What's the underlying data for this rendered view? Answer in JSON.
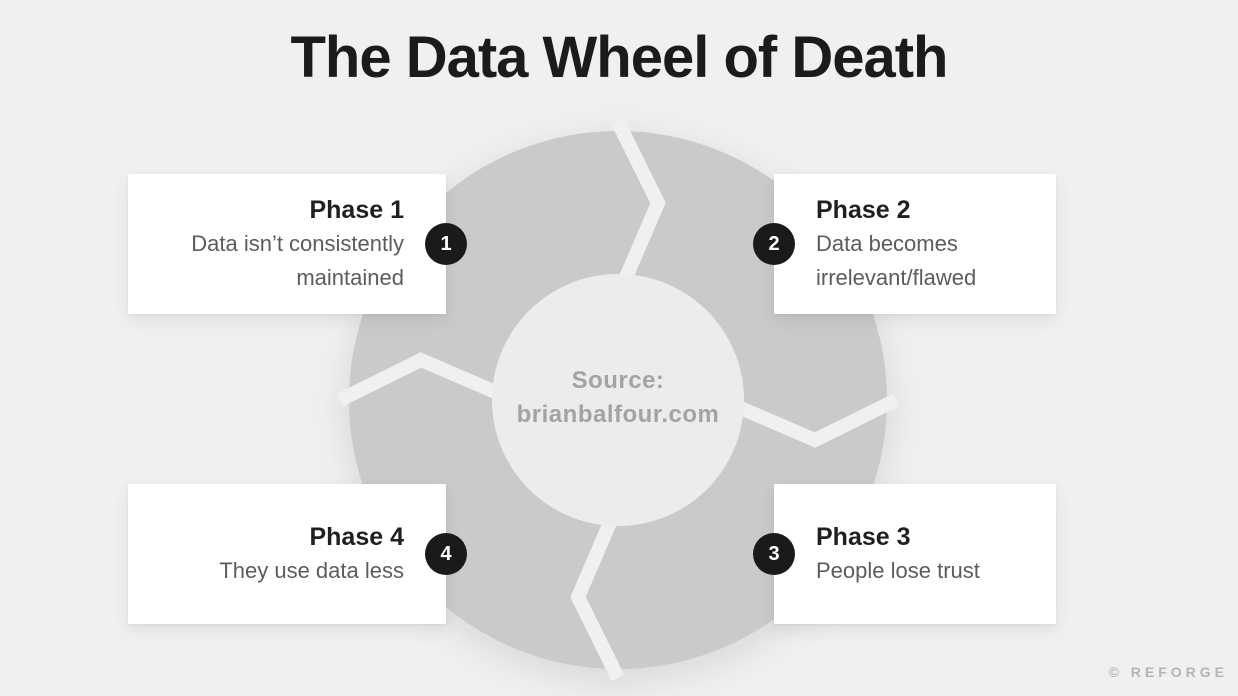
{
  "title": "The Data Wheel of Death",
  "wheel": {
    "source_label": {
      "line1": "Source:",
      "line2": "brianbalfour.com"
    },
    "direction": "clockwise",
    "colors": {
      "background": "#f0f0f0",
      "ring": "#cacaca",
      "hub": "#ececec",
      "gap": "#f0f0f0",
      "badge": "#1a1a1a",
      "card": "#ffffff"
    }
  },
  "phases": [
    {
      "number": "1",
      "title": "Phase 1",
      "description": "Data isn’t consistently maintained"
    },
    {
      "number": "2",
      "title": "Phase 2",
      "description": "Data becomes irrelevant/flawed"
    },
    {
      "number": "3",
      "title": "Phase 3",
      "description": "People lose trust"
    },
    {
      "number": "4",
      "title": "Phase 4",
      "description": "They use data less"
    }
  ],
  "footer": {
    "credit": "© REFORGE"
  }
}
